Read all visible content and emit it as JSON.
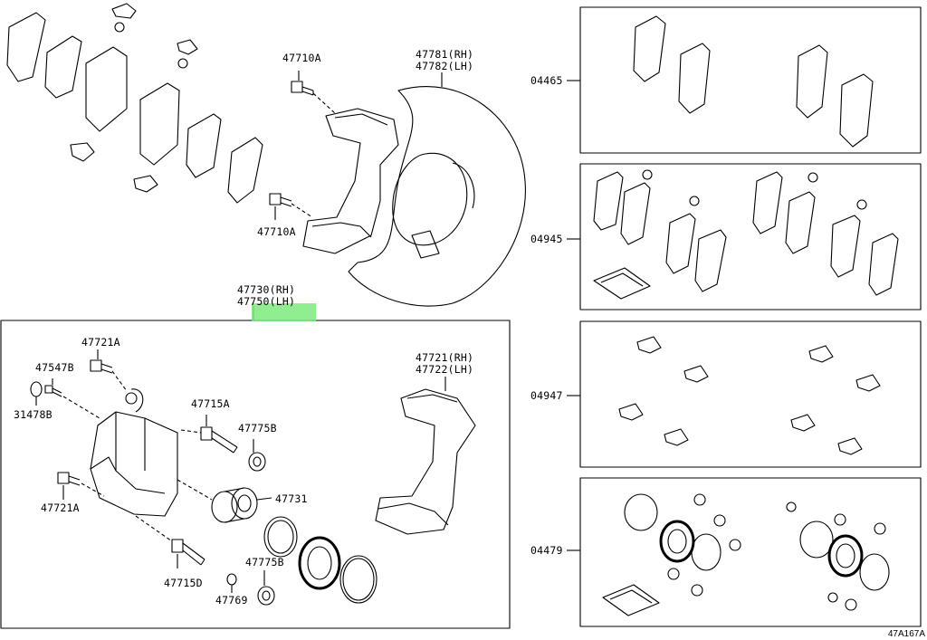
{
  "parts": {
    "p47710A_top": "47710A",
    "p47710A_bottom": "47710A",
    "p47781": "47781(RH)",
    "p47782": "47782(LH)",
    "p47730": "47730(RH)",
    "p47750": "47750(LH)",
    "p47721A_top": "47721A",
    "p47547B": "47547B",
    "p31478B": "31478B",
    "p47715A": "47715A",
    "p47775B_top": "47775B",
    "p47731": "47731",
    "p47721A_bottom": "47721A",
    "p47715D": "47715D",
    "p47775B_bottom": "47775B",
    "p47769": "47769",
    "p47721": "47721(RH)",
    "p47722": "47722(LH)"
  },
  "kits": {
    "k04465": "04465",
    "k04945": "04945",
    "k04947": "04947",
    "k04479": "04479"
  },
  "diagram_ref": "47A167A",
  "colors": {
    "highlight": "#7CEB7C",
    "line": "#000000"
  }
}
